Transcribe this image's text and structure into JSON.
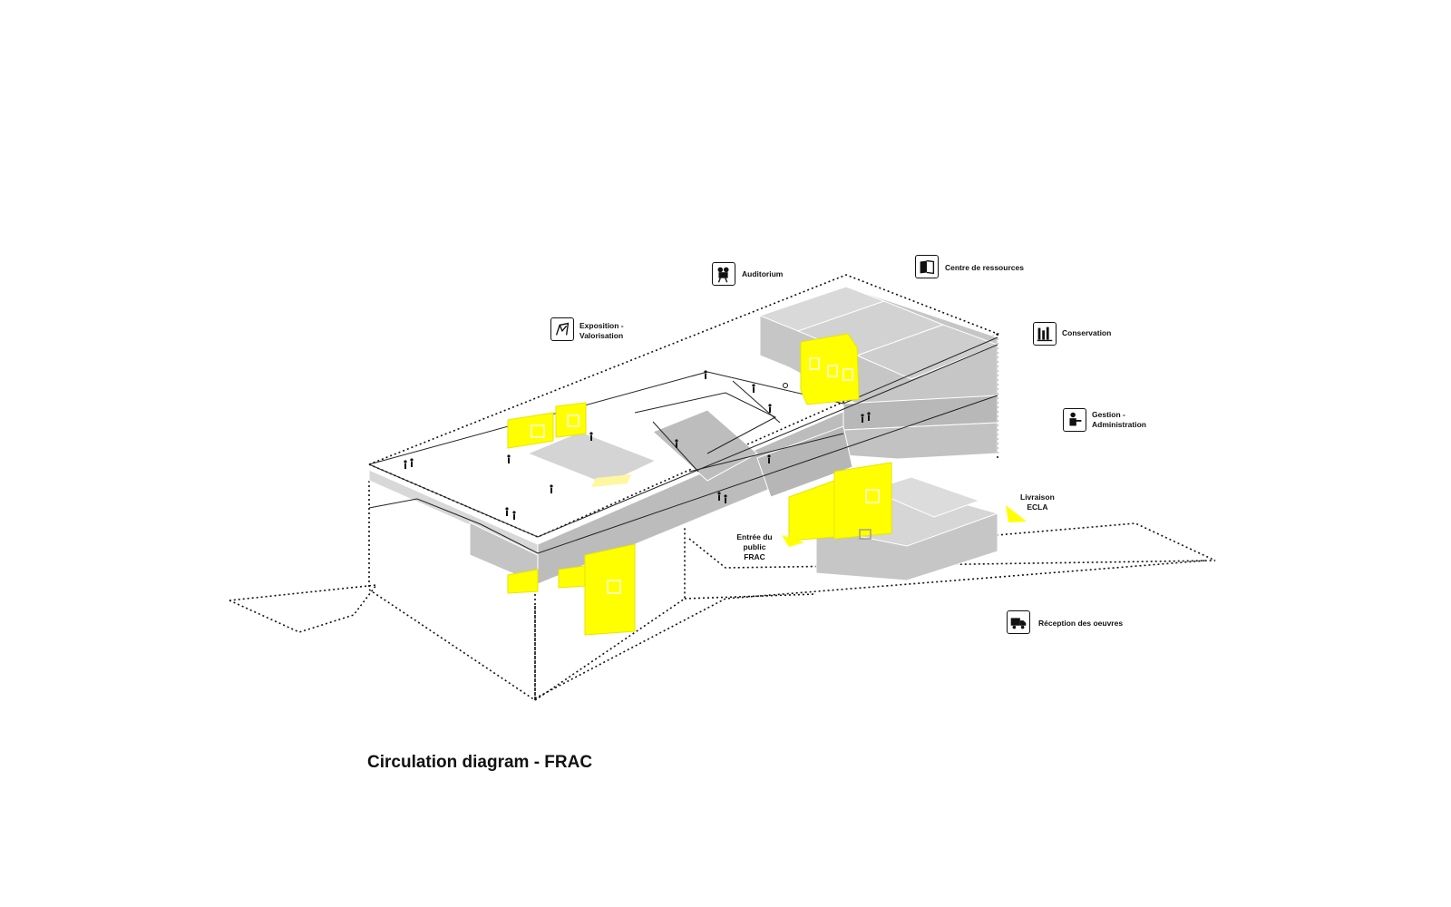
{
  "title": "Circulation diagram - FRAC",
  "colors": {
    "accent": "#ffff00",
    "volume": "#c8c8c8",
    "outline": "#111111"
  },
  "labels": {
    "exposition": {
      "line1": "Exposition -",
      "line2": "Valorisation",
      "icon": "exhibition-icon"
    },
    "auditorium": {
      "text": "Auditorium",
      "icon": "film-camera-icon"
    },
    "centre": {
      "text": "Centre de ressources",
      "icon": "book-icon"
    },
    "conservation": {
      "text": "Conservation",
      "icon": "archive-shelves-icon"
    },
    "gestion": {
      "line1": "Gestion -",
      "line2": "Administration",
      "icon": "office-desk-icon"
    },
    "livraison": {
      "line1": "Livraison",
      "line2": "ECLA"
    },
    "entree": {
      "line1": "Entrée du",
      "line2": "public",
      "line3": "FRAC"
    },
    "reception": {
      "text": "Réception des oeuvres",
      "icon": "truck-icon"
    }
  }
}
